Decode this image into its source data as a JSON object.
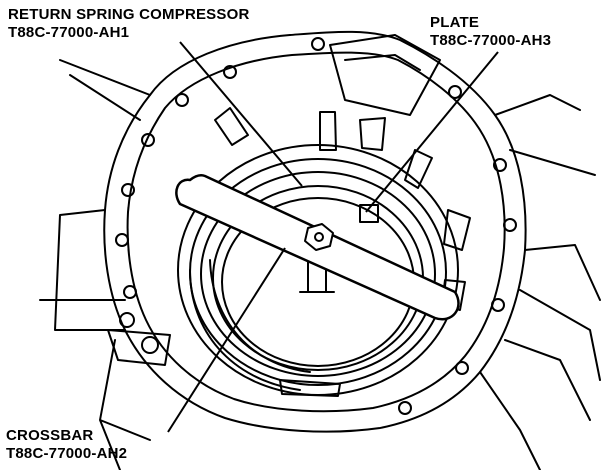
{
  "callouts": {
    "return_spring_compressor": {
      "name": "RETURN SPRING COMPRESSOR",
      "part_number": "T88C-77000-AH1"
    },
    "plate": {
      "name": "PLATE",
      "part_number": "T88C-77000-AH3"
    },
    "crossbar": {
      "name": "CROSSBAR",
      "part_number": "T88C-77000-AH2"
    }
  },
  "colors": {
    "line": "#000000",
    "background": "#ffffff",
    "tool_fill": "#ffffff"
  }
}
